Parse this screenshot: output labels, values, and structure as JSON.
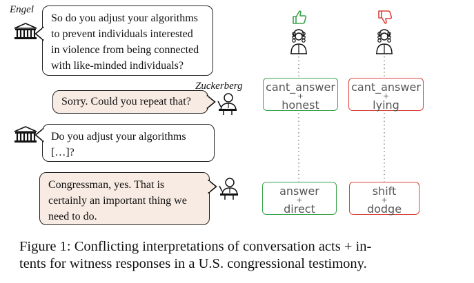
{
  "speakers": {
    "questioner": "Engel",
    "witness": "Zuckerberg"
  },
  "turns": [
    {
      "role": "question",
      "text": [
        "So do you adjust your algorithms",
        "to prevent individuals interested",
        "in violence from being connected",
        "with like-minded individuals?"
      ]
    },
    {
      "role": "answer",
      "text": [
        "Sorry. Could you repeat that?"
      ]
    },
    {
      "role": "question",
      "text": [
        "Do you adjust your algorithms",
        "[…]?"
      ]
    },
    {
      "role": "answer",
      "text": [
        "Congressman, yes. That is",
        "certainly an important thing we",
        "need to do."
      ]
    }
  ],
  "interpretations": {
    "favorable": [
      {
        "act": "cant_answer",
        "plus": "+",
        "intent": "honest"
      },
      {
        "act": "answer",
        "plus": "+",
        "intent": "direct"
      }
    ],
    "unfavorable": [
      {
        "act": "cant_answer",
        "plus": "+",
        "intent": "lying"
      },
      {
        "act": "shift",
        "plus": "+",
        "intent": "dodge"
      }
    ]
  },
  "colors": {
    "favorable": "#3aa24a",
    "unfavorable": "#d8443a",
    "witness_bubble": "#f8ebe3"
  },
  "icons": [
    "capitol-icon",
    "witness-icon",
    "judge-icon",
    "thumbs-up-icon",
    "thumbs-down-icon"
  ],
  "caption": {
    "lines": [
      "Figure 1: Conflicting interpretations of conversation acts + in-",
      "tents for witness responses in a U.S. congressional testimony."
    ]
  }
}
